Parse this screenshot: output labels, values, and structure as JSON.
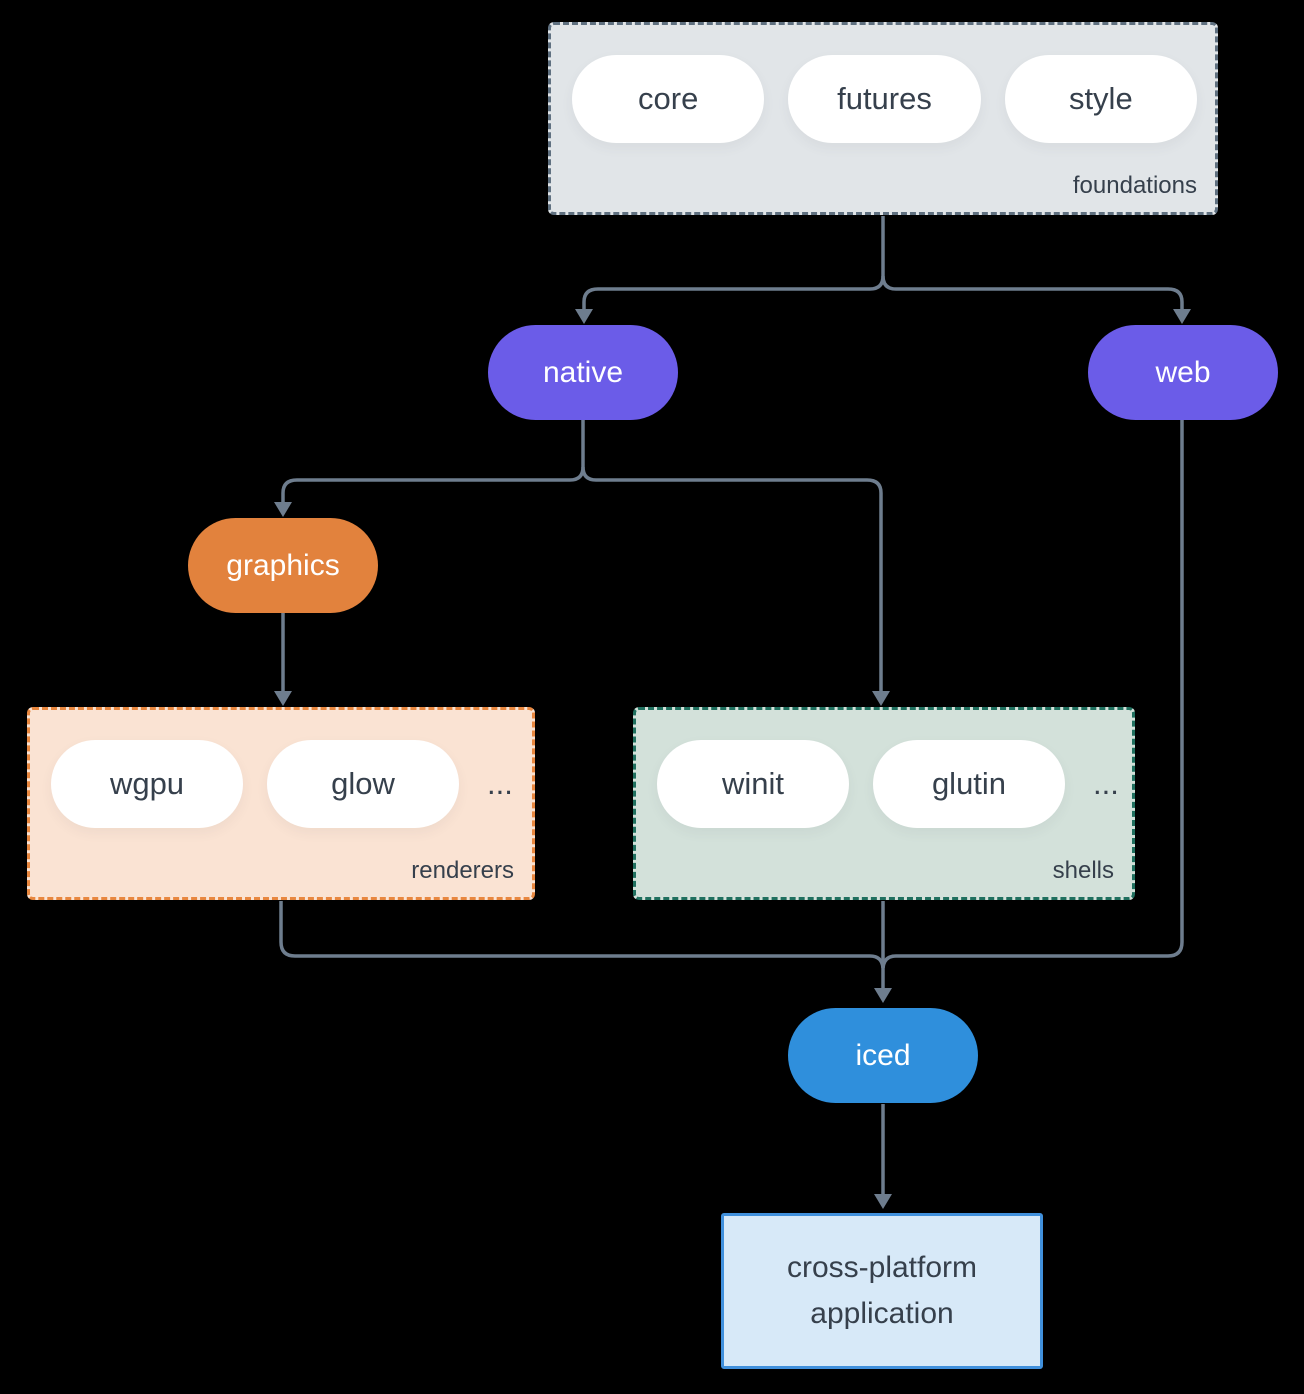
{
  "colors": {
    "background": "#000000",
    "foundations_fill": "#e1e5e8",
    "foundations_border": "#5f7080",
    "node_purple": "#6b5ce8",
    "node_orange": "#e2823d",
    "node_blue": "#2f8fdc",
    "renderers_fill": "#fae3d3",
    "renderers_border": "#e8873f",
    "shells_fill": "#d3e1da",
    "shells_border": "#20705f",
    "application_fill": "#d7e9f8",
    "application_border": "#4090dc",
    "pill_fill": "#ffffff",
    "text_dark": "#36404c",
    "text_light": "#ffffff",
    "connector": "#6e7d8e"
  },
  "diagram": {
    "foundations": {
      "label": "foundations",
      "pills": [
        {
          "label": "core"
        },
        {
          "label": "futures"
        },
        {
          "label": "style"
        }
      ]
    },
    "native": {
      "label": "native"
    },
    "web": {
      "label": "web"
    },
    "graphics": {
      "label": "graphics"
    },
    "renderers": {
      "label": "renderers",
      "pills": [
        {
          "label": "wgpu"
        },
        {
          "label": "glow"
        }
      ],
      "more": "..."
    },
    "shells": {
      "label": "shells",
      "pills": [
        {
          "label": "winit"
        },
        {
          "label": "glutin"
        }
      ],
      "more": "..."
    },
    "iced": {
      "label": "iced"
    },
    "application": {
      "label": "cross-platform application"
    }
  }
}
